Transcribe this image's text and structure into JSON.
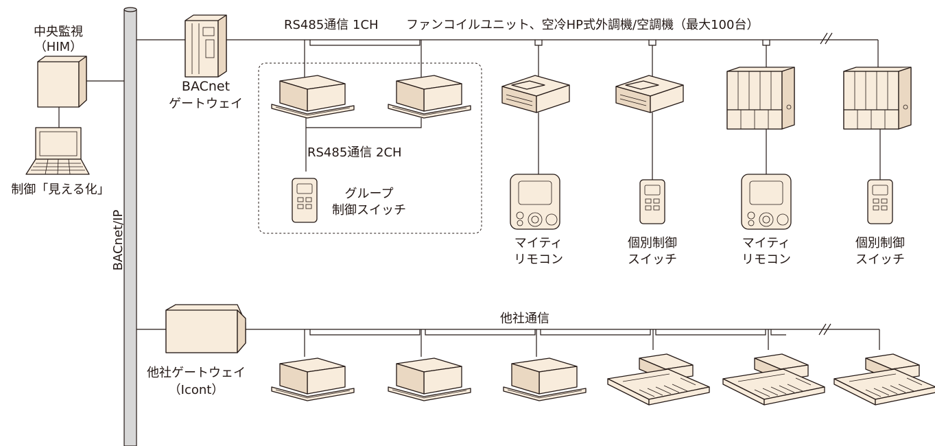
{
  "labels": {
    "central_monitor": "中央監視",
    "him": "（HIM）",
    "visualize": "制御「見える化」",
    "backbone": "BACnet/IP",
    "bacnet": "BACnet",
    "gateway": "ゲートウェイ",
    "rs485_1ch": "RS485通信 1CH",
    "units_desc": "ファンコイルユニット、空冷HP式外調機/空調機（最大100台）",
    "rs485_2ch": "RS485通信 2CH",
    "group_line1": "グループ",
    "group_line2": "制御スイッチ",
    "mighty_line1": "マイティ",
    "mighty_line2": "リモコン",
    "indiv_line1": "個別制御",
    "indiv_line2": "スイッチ",
    "other_comm": "他社通信",
    "other_gw": "他社ゲートウェイ",
    "icont": "（Icont）"
  },
  "colors": {
    "unit_fill": "#f8ecdc",
    "unit_dark": "#ead8c2",
    "line": "#231815",
    "backbone": "#d7d7d7"
  }
}
